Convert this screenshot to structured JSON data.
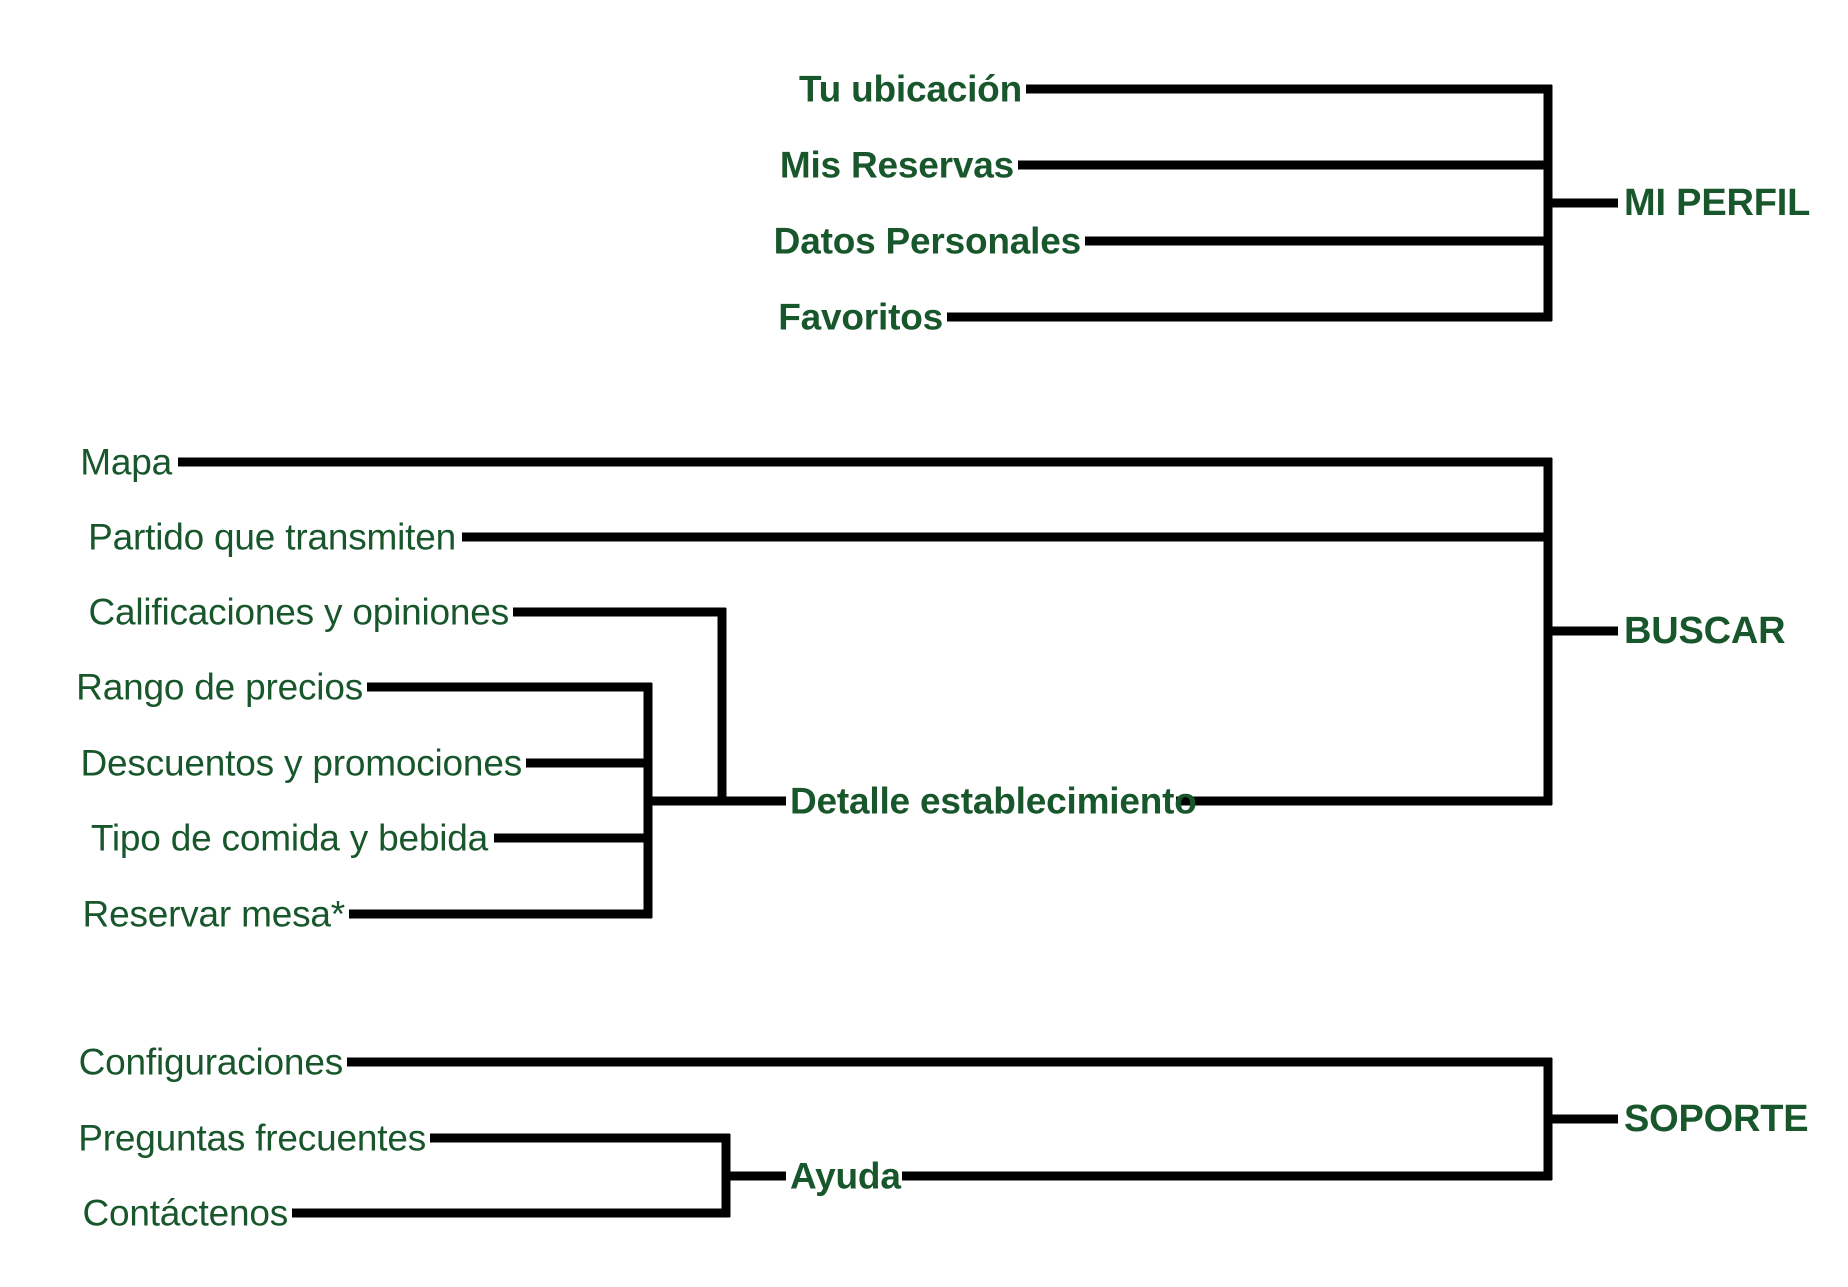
{
  "diagram": {
    "title": "Mapa de sitio / arquitectura de informacion",
    "type": "dendrogram",
    "orientation": "leaves-left-root-right",
    "colors": {
      "text_green": "#18562b",
      "line_black": "#000000",
      "background": "#ffffff"
    }
  },
  "groups": [
    {
      "id": "mi-perfil",
      "root_label": "MI PERFIL",
      "leaves": [
        {
          "label": "Tu ubicación"
        },
        {
          "label": "Mis Reservas"
        },
        {
          "label": "Datos Personales"
        },
        {
          "label": "Favoritos"
        }
      ]
    },
    {
      "id": "buscar",
      "root_label": "BUSCAR",
      "leaves": [
        {
          "label": "Mapa"
        },
        {
          "label": "Partido que transmiten"
        },
        {
          "label": "Calificaciones y opiniones"
        },
        {
          "label": "Rango de precios"
        },
        {
          "label": "Descuentos y promociones"
        },
        {
          "label": "Tipo de comida y bebida"
        },
        {
          "label": "Reservar mesa*"
        }
      ],
      "intermediate_nodes": [
        {
          "id": "detalle-establecimiento",
          "label": "Detalle establecimiento"
        }
      ]
    },
    {
      "id": "soporte",
      "root_label": "SOPORTE",
      "leaves": [
        {
          "label": "Configuraciones"
        },
        {
          "label": "Preguntas frecuentes"
        },
        {
          "label": "Contáctenos"
        }
      ],
      "intermediate_nodes": [
        {
          "id": "ayuda",
          "label": "Ayuda"
        }
      ]
    }
  ]
}
